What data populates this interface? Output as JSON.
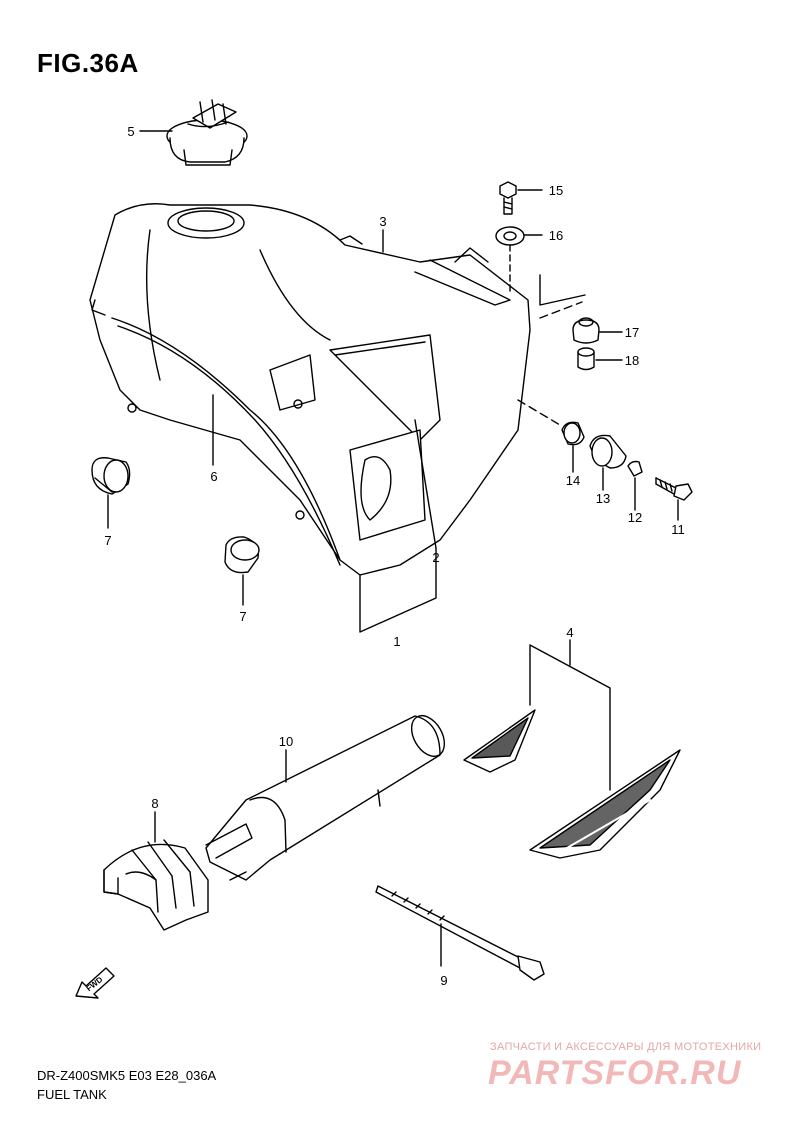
{
  "figure": {
    "title": "FIG.36A"
  },
  "callouts": {
    "c1": "1",
    "c2": "2",
    "c3": "3",
    "c4": "4",
    "c5": "5",
    "c6": "6",
    "c7a": "7",
    "c7b": "7",
    "c8": "8",
    "c9": "9",
    "c10": "10",
    "c11": "11",
    "c12": "12",
    "c13": "13",
    "c14": "14",
    "c15": "15",
    "c16": "16",
    "c17": "17",
    "c18": "18"
  },
  "fwd_label": "FWD",
  "footer": {
    "model_code": "DR-Z400SMK5 E03 E28_036A",
    "section_name": "FUEL TANK"
  },
  "watermark": {
    "tagline": "ЗАПЧАСТИ И АКСЕССУАРЫ ДЛЯ МОТОТЕХНИКИ",
    "logo_text": "PARTSFOR.RU",
    "color": "#f2b8b8"
  }
}
